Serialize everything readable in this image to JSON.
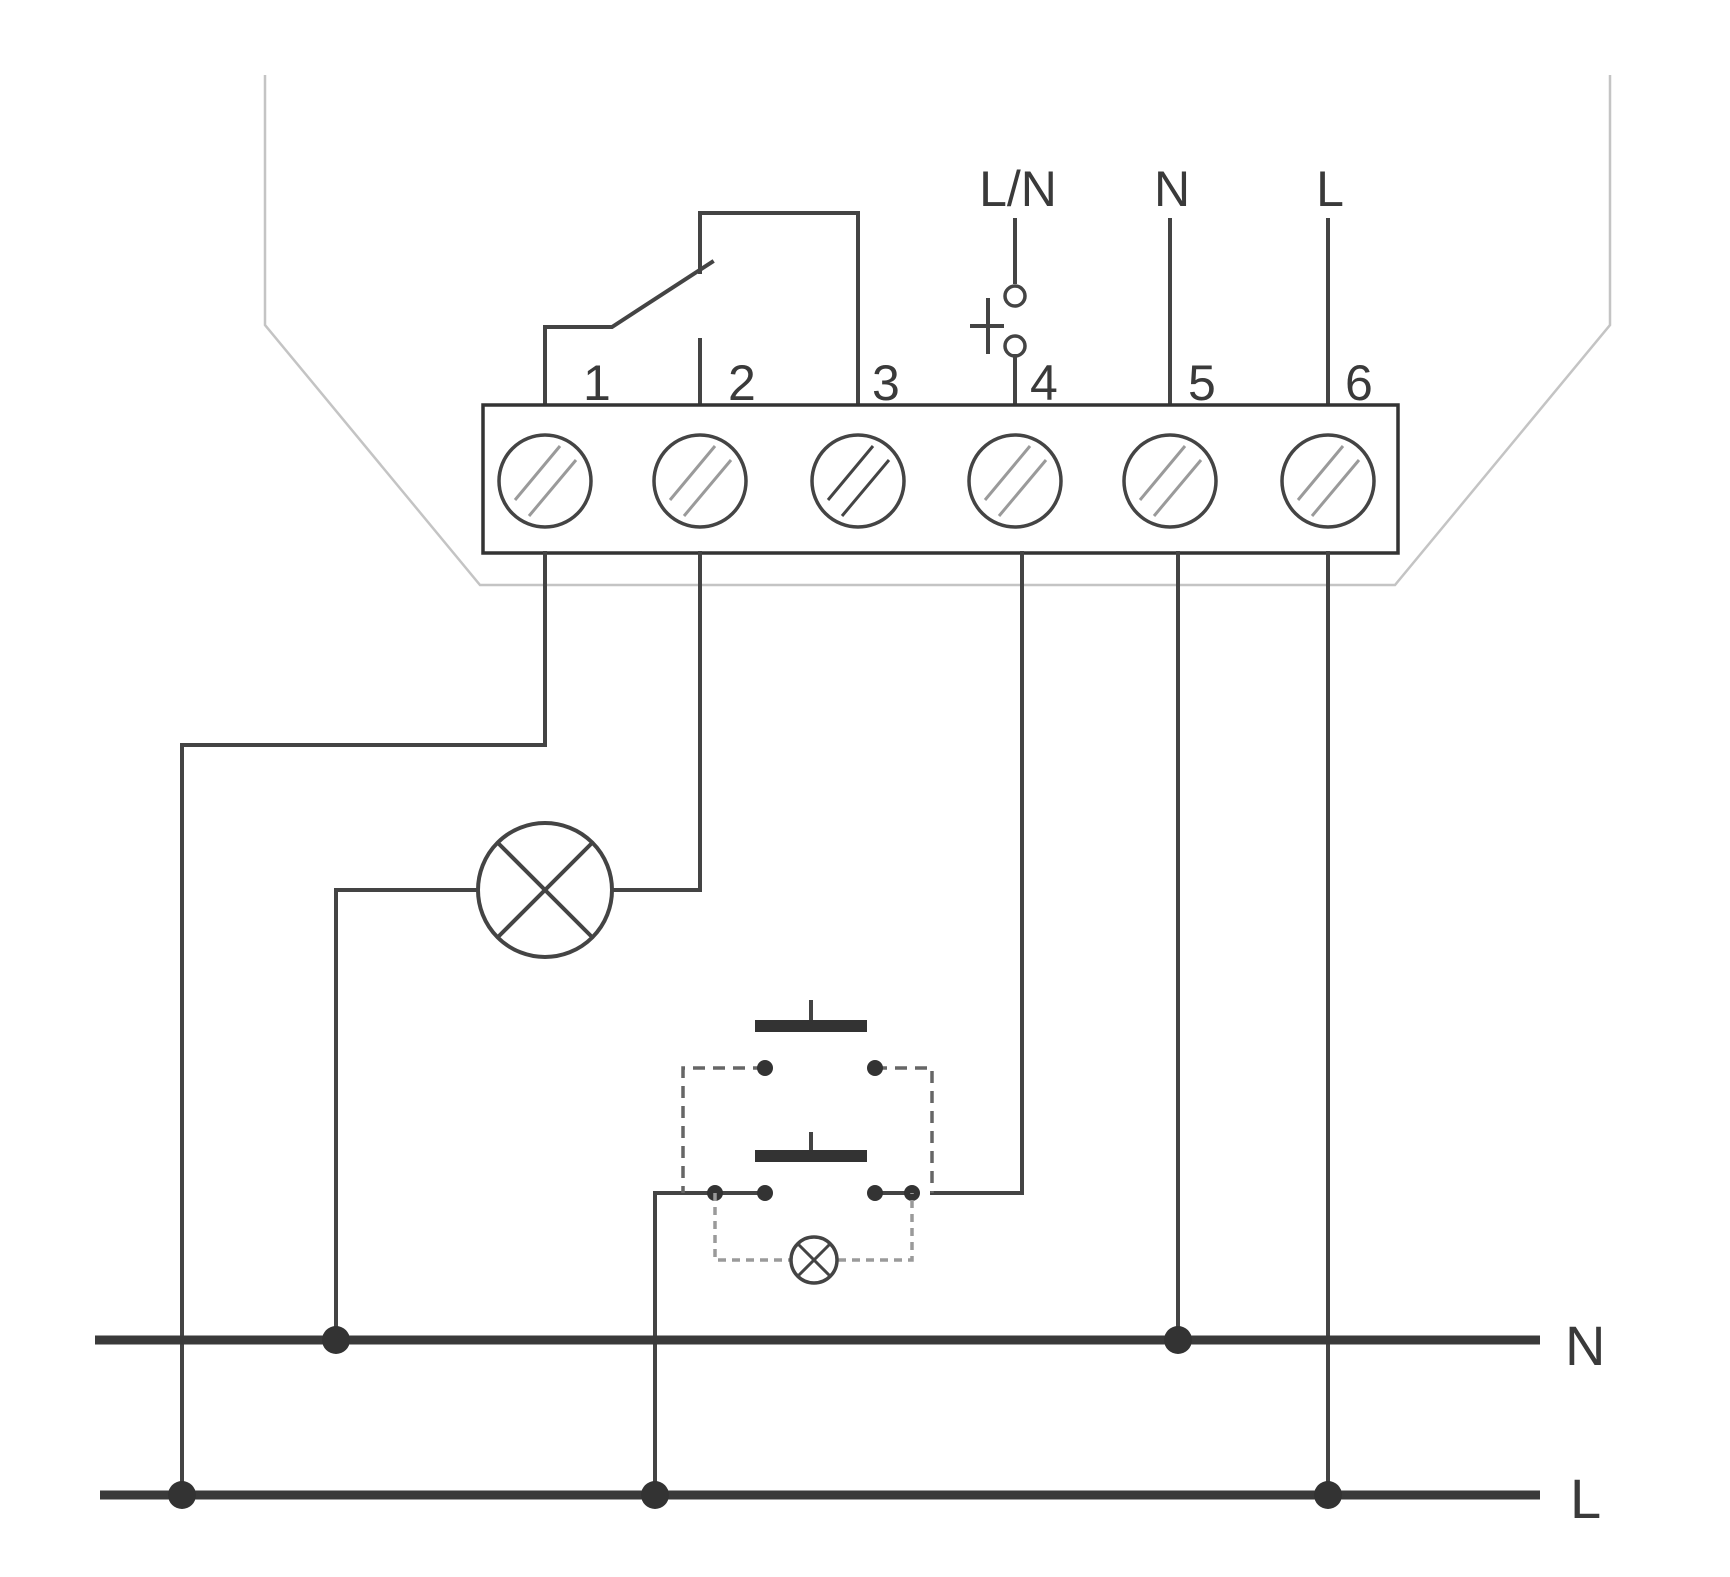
{
  "terminals": [
    {
      "label": "1"
    },
    {
      "label": "2"
    },
    {
      "label": "3"
    },
    {
      "label": "4"
    },
    {
      "label": "5"
    },
    {
      "label": "6"
    }
  ],
  "top_labels": {
    "ln": "L/N",
    "n": "N",
    "l": "L"
  },
  "buses": {
    "neutral": "N",
    "line": "L"
  },
  "icons": {
    "terminal_screw": "screw-terminal-icon",
    "lamp": "lamp-icon",
    "pushbutton": "pushbutton-icon",
    "relay_contact": "relay-contact-icon"
  },
  "colors": {
    "wire": "#444444",
    "housing": "#c4c4c4"
  }
}
